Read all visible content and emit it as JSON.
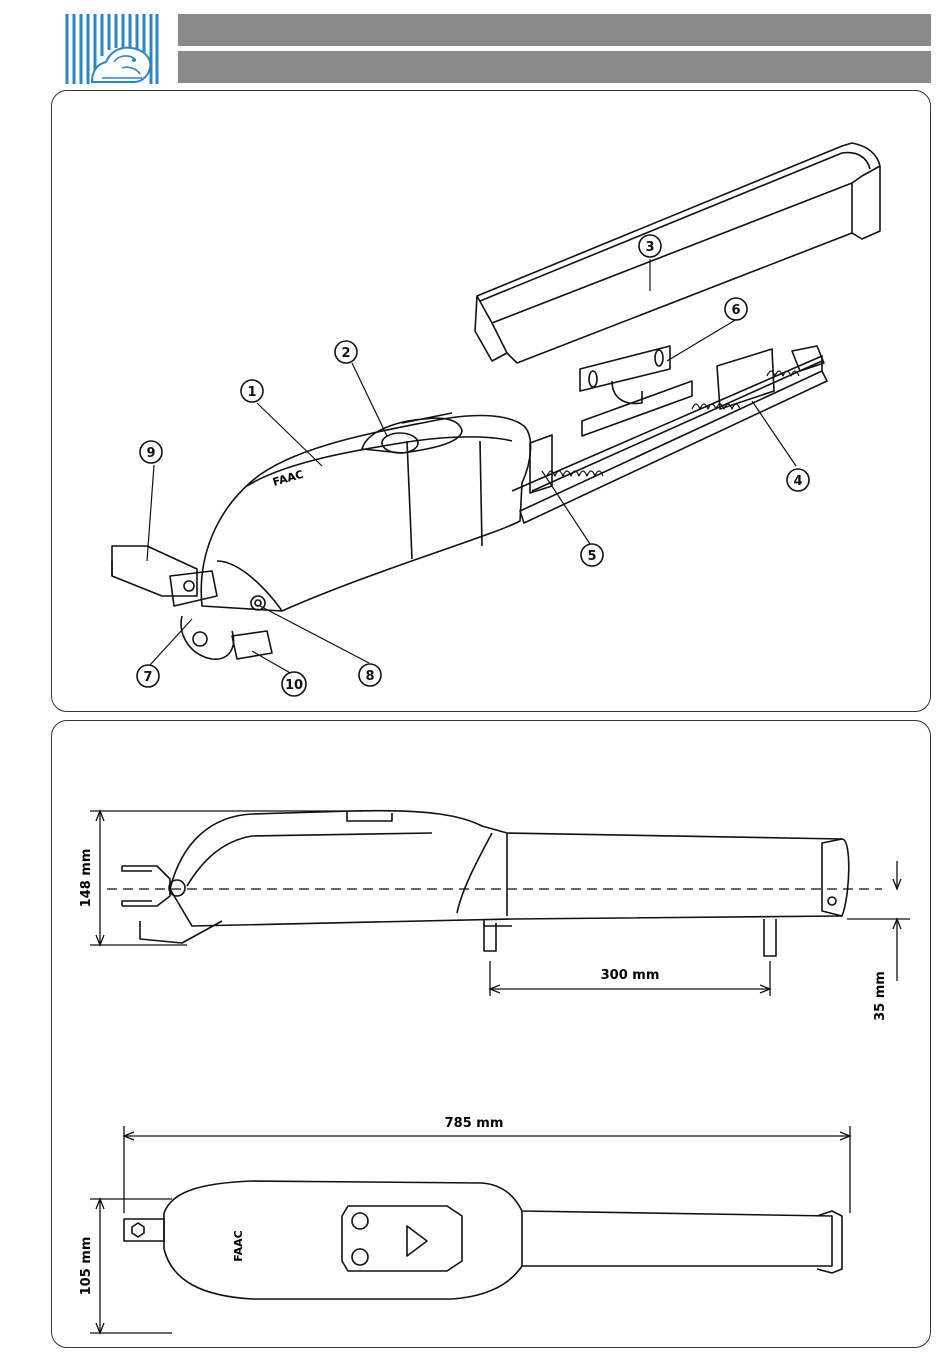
{
  "callouts": [
    "1",
    "2",
    "3",
    "4",
    "5",
    "6",
    "7",
    "8",
    "9",
    "10"
  ],
  "brand": "FAAC",
  "dimensions": {
    "height": "148 mm",
    "offset": "35 mm",
    "mount_distance": "300 mm",
    "length": "785 mm",
    "width": "105 mm"
  }
}
